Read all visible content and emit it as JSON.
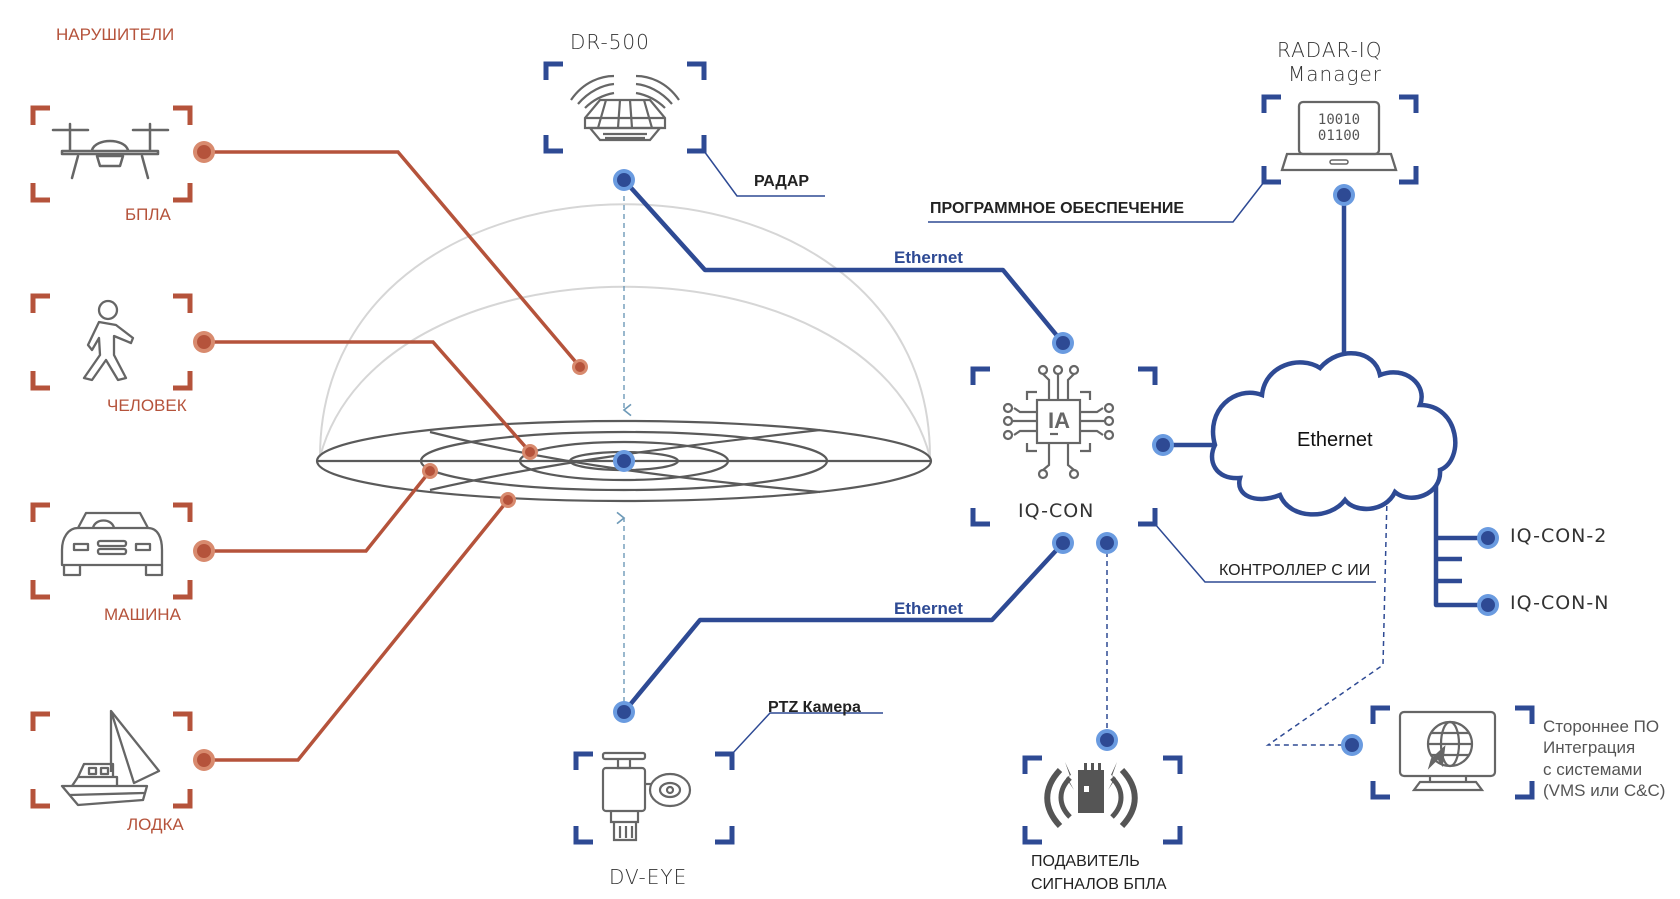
{
  "threats": {
    "header": "НАРУШИТЕЛИ",
    "items": [
      {
        "id": "drone",
        "label": "БПЛА",
        "icon": "drone-icon"
      },
      {
        "id": "person",
        "label": "ЧЕЛОВЕК",
        "icon": "person-icon"
      },
      {
        "id": "car",
        "label": "МАШИНА",
        "icon": "car-icon"
      },
      {
        "id": "boat",
        "label": "ЛОДКА",
        "icon": "boat-icon"
      }
    ]
  },
  "devices": {
    "radar": {
      "name": "DR-500",
      "role": "РАДАР",
      "icon": "radar-icon"
    },
    "camera": {
      "name": "DV-EYE",
      "role": "PTZ Камера",
      "icon": "ptz-camera-icon"
    },
    "controller": {
      "name": "IQ-CON",
      "role": "КОНТРОЛЛЕР С ИИ",
      "chip_text": "IA",
      "icon": "ai-chip-icon"
    },
    "manager": {
      "name_line1": "RADAR-IQ",
      "name_line2": "Manager",
      "role": "ПРОГРАММНОЕ ОБЕСПЕЧЕНИЕ",
      "binary_line1": "10010",
      "binary_line2": "01100",
      "icon": "laptop-icon"
    },
    "jammer": {
      "name_line1": "ПОДАВИТЕЛЬ",
      "name_line2": "СИГНАЛОВ БПЛА",
      "icon": "jammer-icon"
    },
    "thirdparty": {
      "lines": [
        "Стороннее ПО",
        "Интеграция",
        "с системами",
        "(VMS или C&C)"
      ],
      "icon": "monitor-globe-icon"
    }
  },
  "network": {
    "link_radar": "Ethernet",
    "link_camera": "Ethernet",
    "cloud": "Ethernet",
    "nodes": [
      "IQ-CON-2",
      "IQ-CON-N"
    ]
  },
  "colors": {
    "threat": "#b5533b",
    "network": "#2e4a94",
    "node_light": "#6a9be0",
    "dome": "#d6d6d6",
    "icon": "#666666"
  }
}
